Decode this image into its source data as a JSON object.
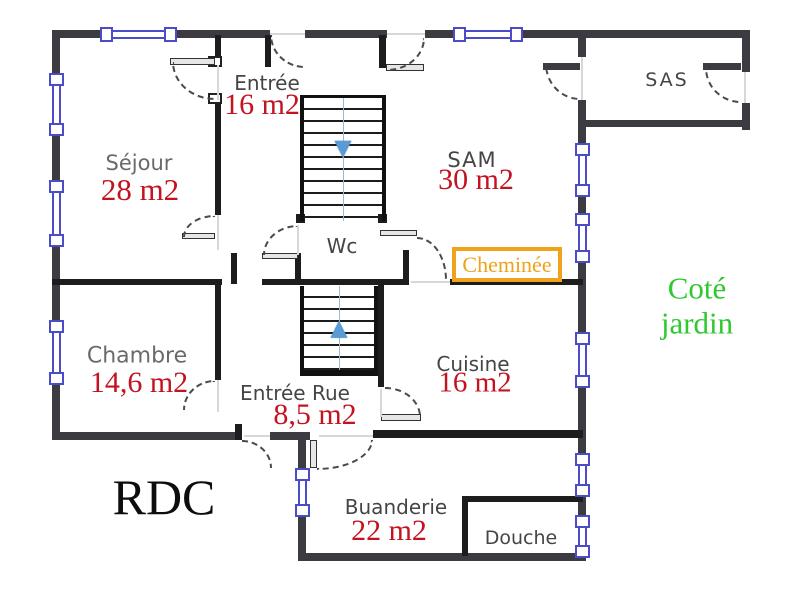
{
  "floor_label": "RDC",
  "rooms": {
    "sejour": {
      "name": "Séjour",
      "area": "28 m2"
    },
    "entree": {
      "name": "Entrée",
      "area": "16 m2"
    },
    "sam": {
      "name": "SAM",
      "area": "30 m2"
    },
    "sas": {
      "name": "SAS"
    },
    "wc": {
      "name": "Wc"
    },
    "chambre": {
      "name": "Chambre",
      "area": "14,6 m2"
    },
    "entree_rue": {
      "name": "Entrée Rue",
      "area": "8,5 m2"
    },
    "cuisine": {
      "name": "Cuisine",
      "area": "16 m2"
    },
    "buanderie": {
      "name": "Buanderie",
      "area": "22 m2"
    },
    "douche": {
      "name": "Douche"
    }
  },
  "annotations": {
    "cheminee": "Cheminée",
    "cote_jardin_line1": "Coté",
    "cote_jardin_line2": "jardin"
  },
  "icons": {
    "stairs_down_arrow": "▼",
    "stairs_up_arrow": "▲"
  },
  "colors": {
    "area_red": "#c41320",
    "room_gray": "#454545",
    "room_gray_light": "#6a6a6a",
    "jardin_green": "#2fc92f",
    "cheminee_orange": "#efa31c",
    "window_blue": "#4a4cc8",
    "arrow_blue": "#5b9bd5",
    "wall_gray": "#3b3b41",
    "wall_black": "#1d1d1d"
  }
}
